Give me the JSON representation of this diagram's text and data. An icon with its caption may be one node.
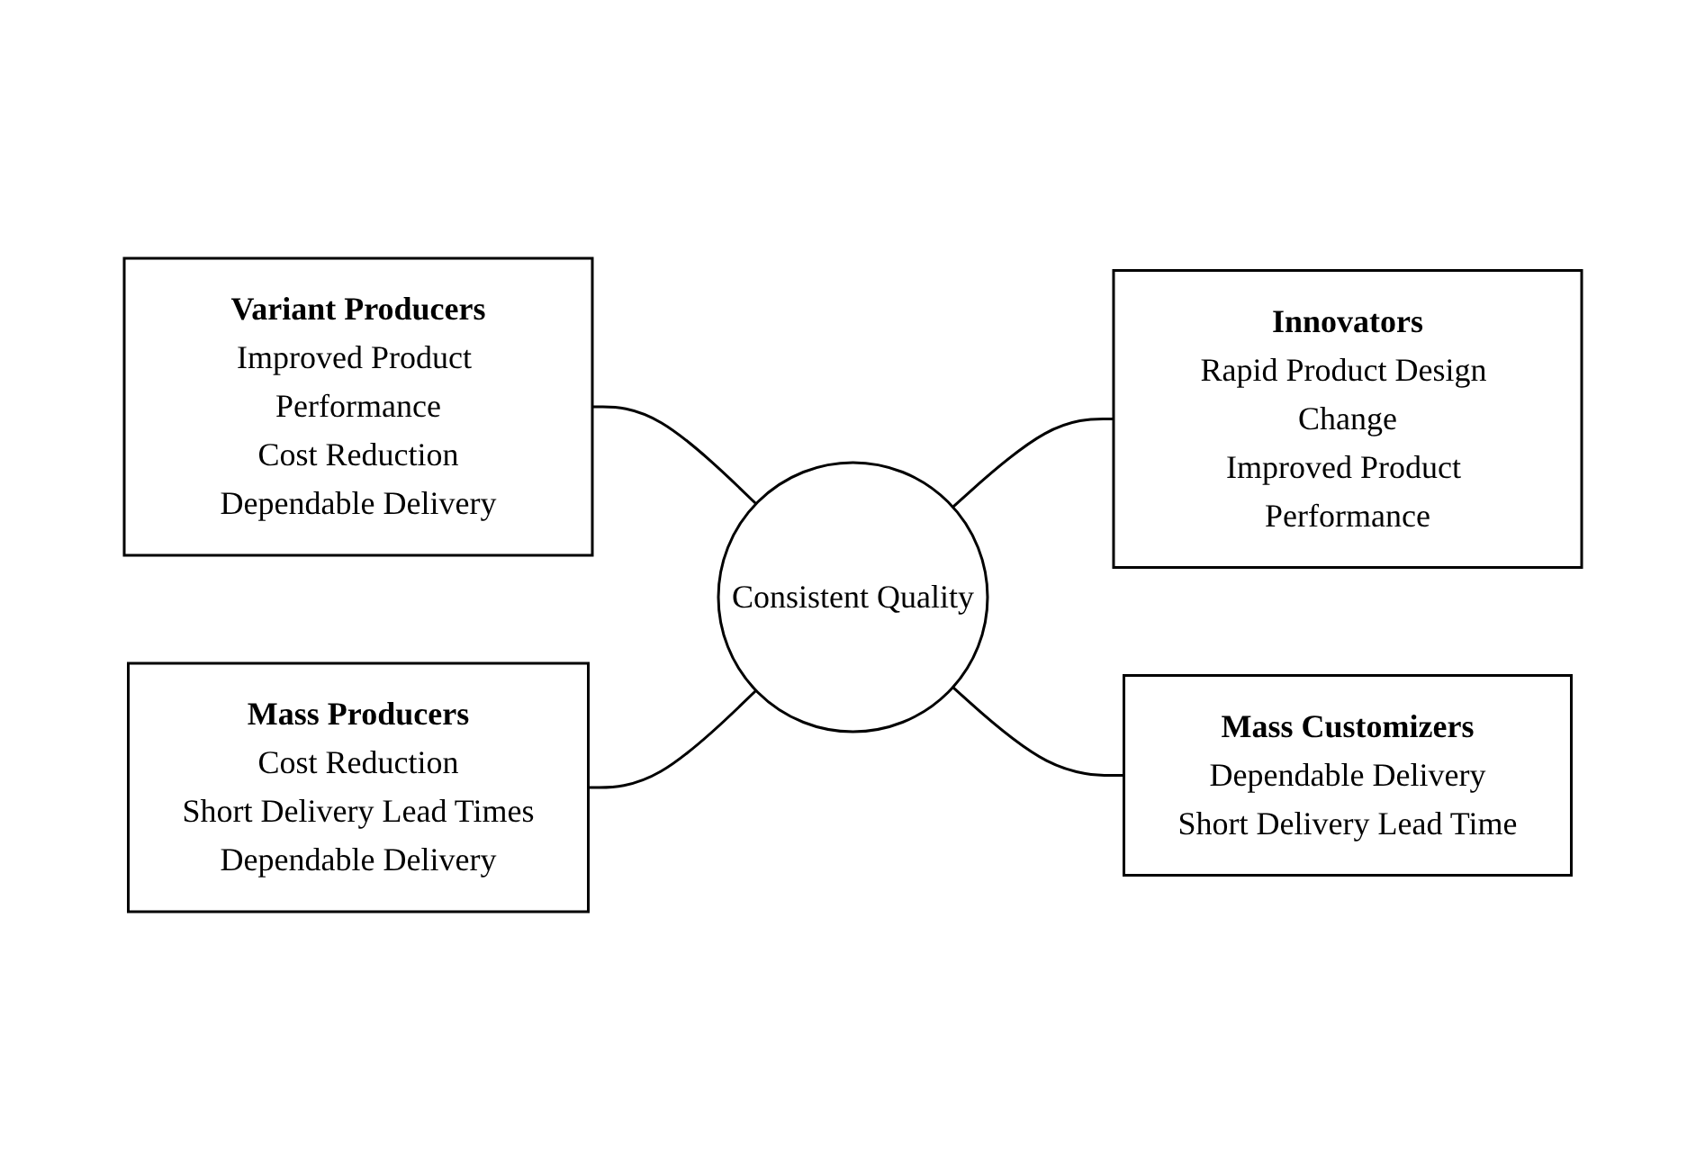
{
  "diagram": {
    "nodes": [
      {
        "text": [
          "Variant Producers",
          "Improved Product Performance",
          "Cost Reduction",
          "Dependable Delivery"
        ]
      },
      {
        "text": [
          "Innovators",
          "Rapid Product Design Change",
          "Improved Product Performance"
        ]
      },
      {
        "text": [
          "Consistent Quality"
        ]
      },
      {
        "text": [
          "Mass Producers",
          "Cost Reduction",
          "Short Delivery Lead Times",
          "Dependable Delivery"
        ]
      },
      {
        "text": [
          "Mass Customizers",
          "Dependable Delivery",
          "Short Delivery Lead Time"
        ]
      }
    ],
    "edges": [
      {
        "from": 0,
        "to": 2,
        "arrow": "none"
      },
      {
        "from": 2,
        "to": 1,
        "arrow": "none"
      },
      {
        "from": 3,
        "to": 2,
        "arrow": "none"
      },
      {
        "from": 2,
        "to": 4,
        "arrow": "none"
      }
    ]
  }
}
